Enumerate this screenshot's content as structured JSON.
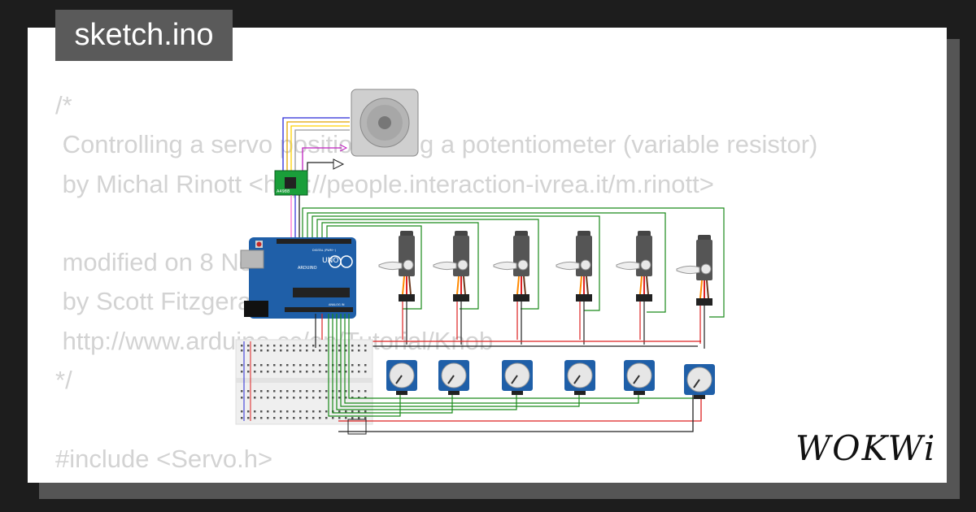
{
  "app": {
    "title": "sketch.ino",
    "brand": "WOKWi"
  },
  "code_lines": [
    "/*",
    " Controlling a servo position using a potentiometer (variable resistor)",
    " by Michal Rinott <http://people.interaction-ivrea.it/m.rinott>",
    "",
    " modified on 8 Nov 2013",
    " by Scott Fitzgerald",
    " http://www.arduino.cc/en/Tutorial/Knob",
    "*/",
    "",
    "#include <Servo.h>"
  ],
  "board": {
    "label": "UNO",
    "brand": "ARDUINO",
    "header_label": "DIGITAL (PWM~)",
    "analog_label": "ANALOG IN"
  },
  "driver": {
    "label": "A4988"
  },
  "colors": {
    "wire_green": "#1a8a1a",
    "wire_red": "#dd2222",
    "wire_black": "#222222",
    "board_blue": "#1f5fa8",
    "servo_gray": "#555555"
  }
}
